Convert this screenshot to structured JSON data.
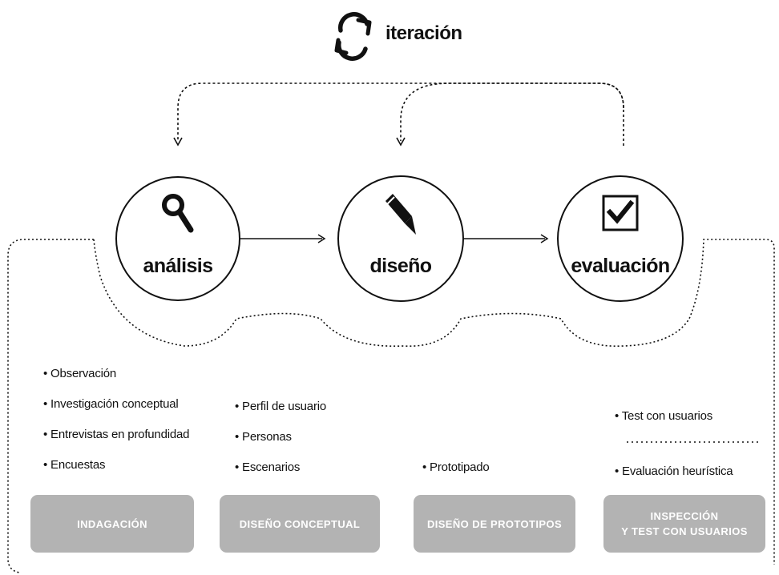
{
  "header": {
    "icon": "refresh-cycle-icon",
    "label": "iteración"
  },
  "stages": [
    {
      "label": "análisis",
      "icon": "magnifier-icon"
    },
    {
      "label": "diseño",
      "icon": "pencil-icon"
    },
    {
      "label": "evaluación",
      "icon": "checkbox-checked-icon"
    }
  ],
  "techniques": {
    "indagacion": [
      "Observación",
      "Investigación conceptual",
      "Entrevistas en profundidad",
      "Encuestas"
    ],
    "diseno_conceptual": [
      "Perfil de usuario",
      "Personas",
      "Escenarios"
    ],
    "diseno_prototipos": [
      "Prototipado"
    ],
    "inspeccion": [
      "Test con usuarios",
      "Evaluación heurística"
    ]
  },
  "phases": [
    {
      "lines": [
        "INDAGACIÓN"
      ]
    },
    {
      "lines": [
        "DISEÑO CONCEPTUAL"
      ]
    },
    {
      "lines": [
        "DISEÑO DE PROTOTIPOS"
      ]
    },
    {
      "lines": [
        "INSPECCIÓN",
        "Y TEST CON USUARIOS"
      ]
    }
  ],
  "colors": {
    "phase_box": "#b3b3b3",
    "line": "#111111",
    "background": "#ffffff"
  }
}
